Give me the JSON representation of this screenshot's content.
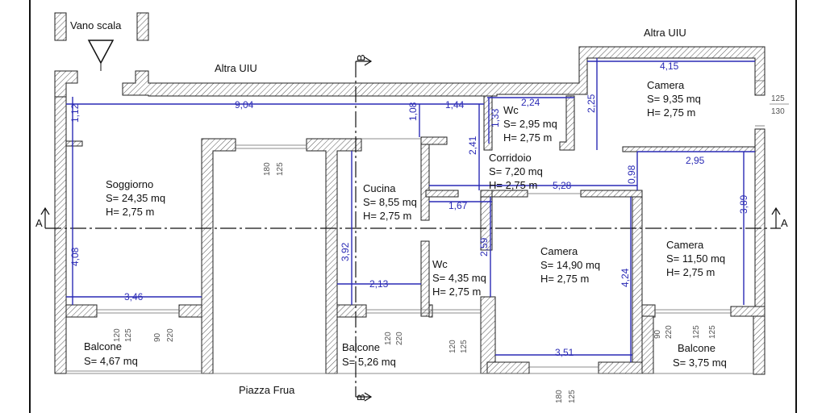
{
  "labels": {
    "stair": "Vano scala",
    "other_top": "Altra UIU",
    "other_right": "Altra UIU",
    "street": "Piazza Frua",
    "section_a_left": "A",
    "section_a_right": "A",
    "section_b_top": "B",
    "section_b_bottom": "B"
  },
  "rooms": {
    "soggiorno": {
      "name": "Soggiorno",
      "area": "S= 24,35 mq",
      "height": "H= 2,75 m"
    },
    "cucina": {
      "name": "Cucina",
      "area": "S= 8,55 mq",
      "height": "H= 2,75 m"
    },
    "wc_top": {
      "name": "Wc",
      "area": "S= 2,95 mq",
      "height": "H= 2,75 m"
    },
    "corridoio": {
      "name": "Corridoio",
      "area": "S= 7,20 mq",
      "height": "H= 2,75 m"
    },
    "camera_top": {
      "name": "Camera",
      "area": "S= 9,35 mq",
      "height": "H= 2,75 m"
    },
    "camera_center": {
      "name": "Camera",
      "area": "S= 14,90 mq",
      "height": "H= 2,75 m"
    },
    "camera_right": {
      "name": "Camera",
      "area": "S= 11,50 mq",
      "height": "H= 2,75 m"
    },
    "wc_bottom": {
      "name": "Wc",
      "area": "S= 4,35 mq",
      "height": "H= 2,75 m"
    },
    "balcone_left": {
      "name": "Balcone",
      "area": "S= 4,67 mq"
    },
    "balcone_mid": {
      "name": "Balcone",
      "area": "S= 5,26 mq"
    },
    "balcone_right": {
      "name": "Balcone",
      "area": "S= 3,75 mq"
    }
  },
  "dimensions": {
    "d904": "9,04",
    "d112": "1,12",
    "d408": "4,08",
    "d346": "3,46",
    "d108": "1,08",
    "d144": "1,44",
    "d224": "2,24",
    "d133": "1,33",
    "d241": "2,41",
    "d225": "2,25",
    "d415": "4,15",
    "d295": "2,95",
    "d098": "0,98",
    "d389": "3,89",
    "d528": "5,28",
    "d167": "1,67",
    "d259": "2,59",
    "d392": "3,92",
    "d213": "2,13",
    "d424": "4,24",
    "d351": "3,51"
  },
  "openings": {
    "o1": [
      "180",
      "125"
    ],
    "o2": [
      "125",
      "130"
    ],
    "o3": [
      "120",
      "125"
    ],
    "o4": [
      "90",
      "220"
    ],
    "o5": [
      "120",
      "220"
    ],
    "o6": [
      "120",
      "125"
    ],
    "o7": [
      "90",
      "220"
    ],
    "o8": [
      "125",
      "125"
    ],
    "o9": [
      "180",
      "125"
    ]
  },
  "colors": {
    "dimension": "#2a2ab5",
    "wall_hatch": "#444444",
    "axis": "#111111"
  }
}
